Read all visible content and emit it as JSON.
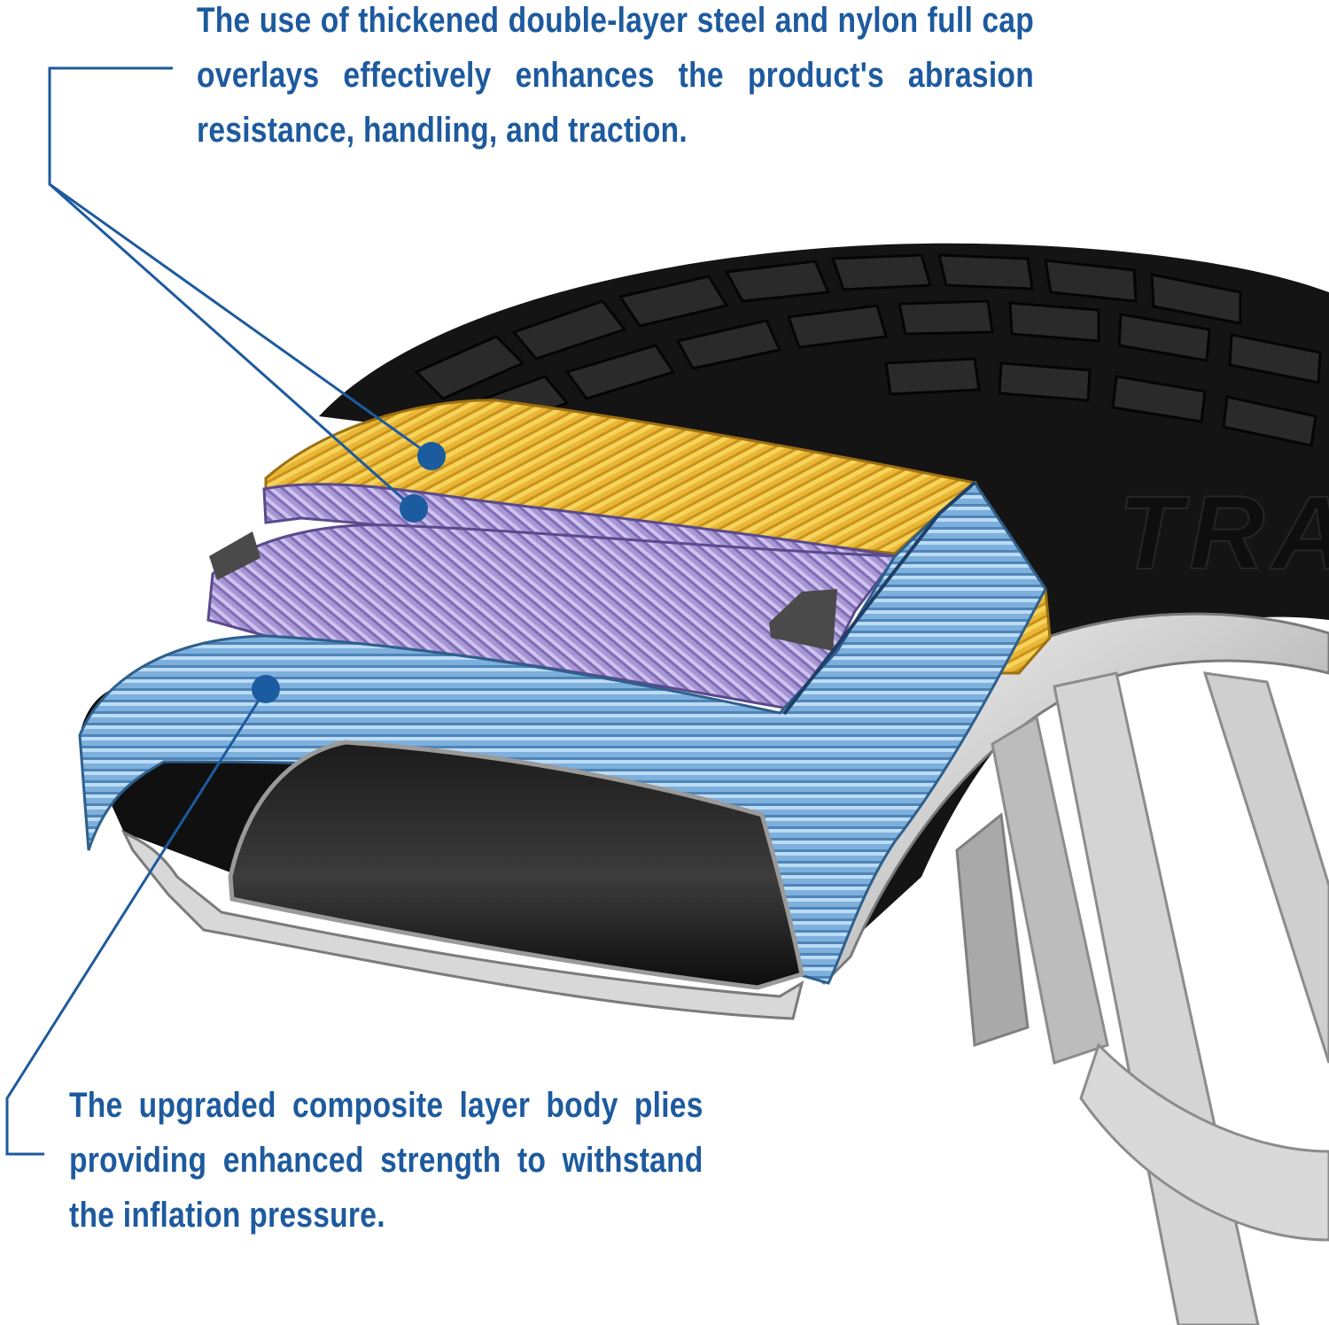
{
  "callouts": {
    "top": "The use of thickened double-layer steel and nylon full cap overlays effectively enhances the product's abrasion resistance, handling, and traction.",
    "bottom": "The upgraded composite layer body plies providing enhanced strength to withstand the inflation pressure."
  },
  "sidewall_brand": "TRA",
  "colors": {
    "callout_text": "#1d5a9e",
    "leader_line": "#1d5a9e",
    "marker": "#1a5c9f",
    "cap_overlay": "#e8b534",
    "steel_belt": "#a99ad6",
    "body_ply": "#7fb1dc",
    "tread_rubber": "#141414",
    "rim": "#c9c9c9"
  }
}
